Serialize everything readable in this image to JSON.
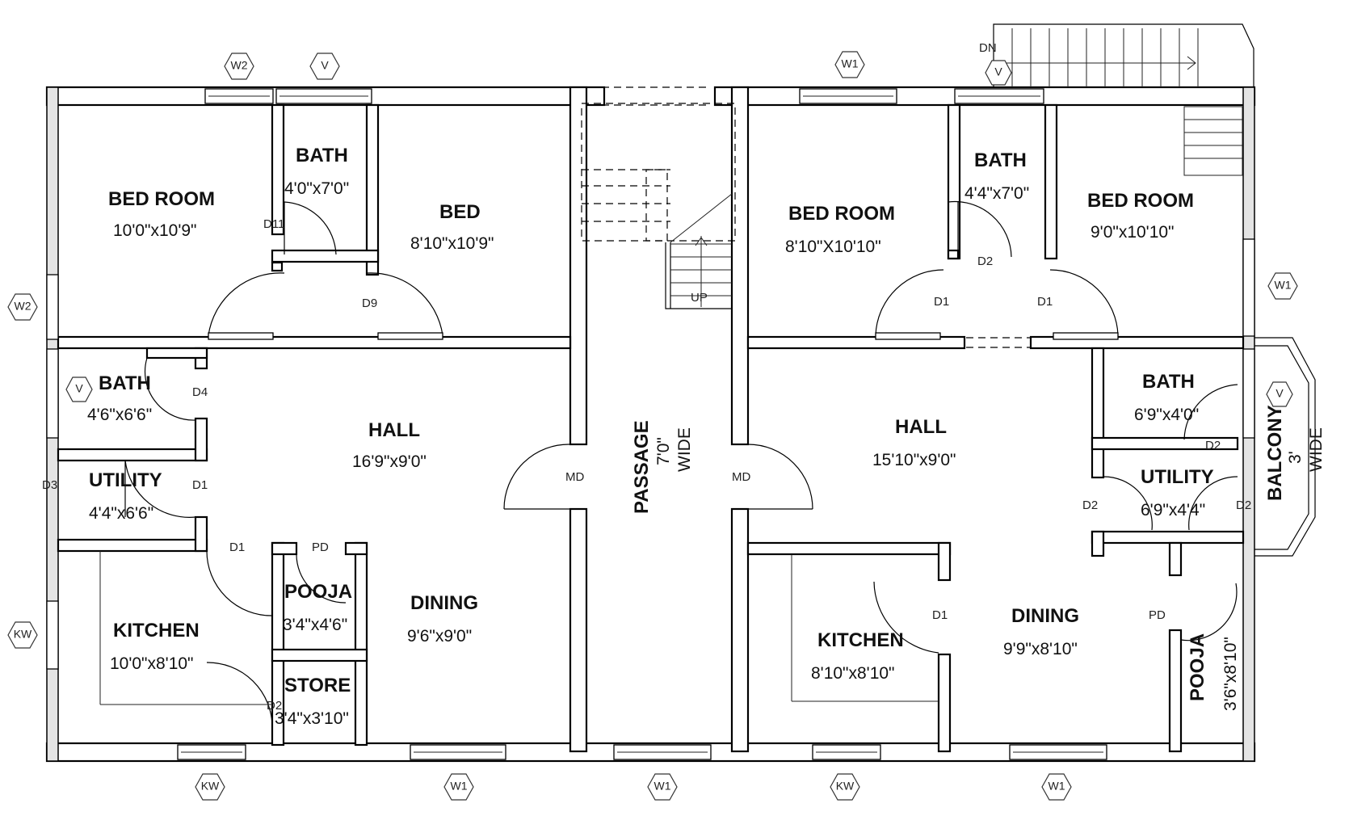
{
  "rooms": {
    "l_bedroom": {
      "name": "BED ROOM",
      "dim": "10'0\"x10'9\""
    },
    "l_bath_top": {
      "name": "BATH",
      "dim": "4'0\"x7'0\""
    },
    "l_bed": {
      "name": "BED",
      "dim": "8'10\"x10'9\""
    },
    "l_bath": {
      "name": "BATH",
      "dim": "4'6\"x6'6\""
    },
    "l_hall": {
      "name": "HALL",
      "dim": "16'9\"x9'0\""
    },
    "l_utility": {
      "name": "UTILITY",
      "dim": "4'4\"x6'6\""
    },
    "l_pooja": {
      "name": "POOJA",
      "dim": "3'4\"x4'6\""
    },
    "l_dining": {
      "name": "DINING",
      "dim": "9'6\"x9'0\""
    },
    "l_kitchen": {
      "name": "KITCHEN",
      "dim": "10'0\"x8'10\""
    },
    "l_store": {
      "name": "STORE",
      "dim": "3'4\"x3'10\""
    },
    "passage": {
      "name": "PASSAGE",
      "dim": "7'0\"",
      "extra": "WIDE"
    },
    "r_bedroom1": {
      "name": "BED ROOM",
      "dim": "8'10\"X10'10\""
    },
    "r_bath_top": {
      "name": "BATH",
      "dim": "4'4\"x7'0\""
    },
    "r_bedroom2": {
      "name": "BED ROOM",
      "dim": "9'0\"x10'10\""
    },
    "r_hall": {
      "name": "HALL",
      "dim": "15'10\"x9'0\""
    },
    "r_bath": {
      "name": "BATH",
      "dim": "6'9\"x4'0\""
    },
    "r_utility": {
      "name": "UTILITY",
      "dim": "6'9\"x4'4\""
    },
    "r_kitchen": {
      "name": "KITCHEN",
      "dim": "8'10\"x8'10\""
    },
    "r_dining": {
      "name": "DINING",
      "dim": "9'9\"x8'10\""
    },
    "r_pooja": {
      "name": "POOJA",
      "dim": "3'6\"x8'10\""
    },
    "balcony": {
      "name": "BALCONY",
      "dim": "3'",
      "extra": "WIDE"
    }
  },
  "doors": {
    "d11": "D11",
    "d9": "D9",
    "d4": "D4",
    "d3": "D3",
    "d1_util": "D1",
    "d1_kit": "D1",
    "pd_l": "PD",
    "d2_store": "D2",
    "md_l": "MD",
    "md_r": "MD",
    "d2_rbath": "D2",
    "d1_rb1": "D1",
    "d1_rb2": "D1",
    "d2_bath": "D2",
    "d2_util_l": "D2",
    "d2_util_r": "D2",
    "d1_rkit": "D1",
    "pd_r": "PD"
  },
  "stairs": {
    "up": "UP",
    "dn": "DN"
  },
  "markers": {
    "w2_top": "W2",
    "v_top_l": "V",
    "w1_top_r": "W1",
    "v_top_r": "V",
    "w2_left": "W2",
    "v_bath_l": "V",
    "kw_left": "KW",
    "w1_right": "W1",
    "v_bath_r": "V",
    "kw_bot_l": "KW",
    "w1_bot_l": "W1",
    "w1_bot_c": "W1",
    "kw_bot_r": "KW",
    "w1_bot_r": "W1"
  }
}
